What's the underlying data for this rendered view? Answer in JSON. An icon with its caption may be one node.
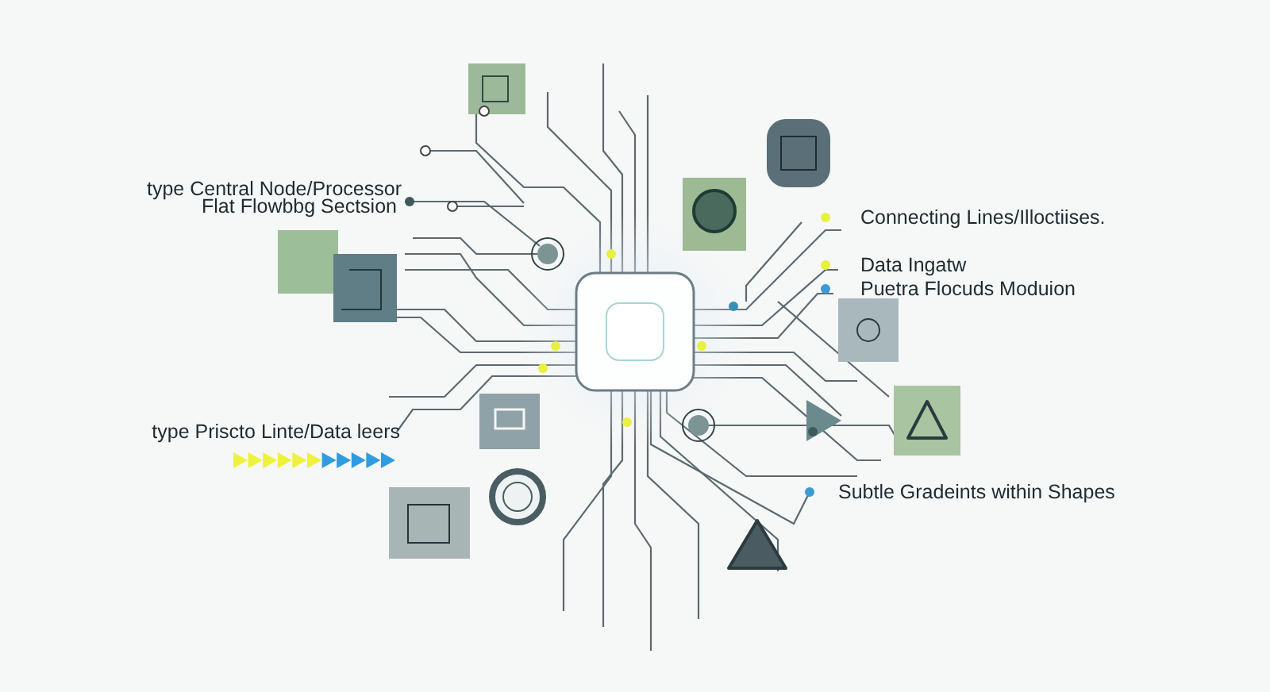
{
  "diagram": {
    "labels": [
      "type Central Node/Processor",
      "Flat Flowbbg Sectsion",
      "Connecting Lines/Illoctiises.",
      "Data Ingatw",
      "Puetra Flocuds Moduion",
      "type Priscto Linte/Data leers",
      "Subtle Gradeints within Shapes"
    ]
  }
}
